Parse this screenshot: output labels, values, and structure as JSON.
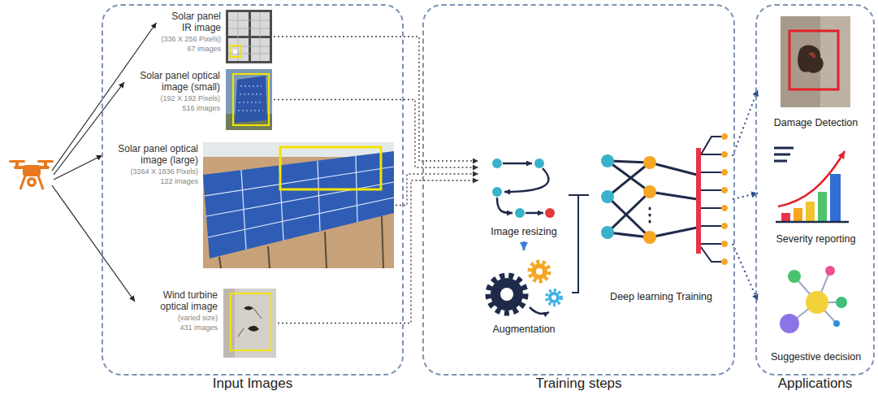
{
  "diagram": {
    "nodes": [
      {
        "text": [
          "Input Images"
        ]
      },
      {
        "text": [
          "Solar panel IR image",
          "(336 X 256 Pixels)",
          "67 images"
        ],
        "in": 0
      },
      {
        "text": [
          "Solar panel optical image (small)",
          "(192 X 192 Pixels)",
          "516 images"
        ],
        "in": 0
      },
      {
        "text": [
          "Solar panel optical image (large)",
          "(3264 X 1836 Pixels)",
          "122 images"
        ],
        "in": 0
      },
      {
        "text": [
          "Wind turbine optical image",
          "(varied size)",
          "431 images"
        ],
        "in": 0
      },
      {
        "text": [
          "Training steps"
        ]
      },
      {
        "text": [
          "Image resizing"
        ],
        "in": 5
      },
      {
        "text": [
          "Augmentation"
        ],
        "in": 5
      },
      {
        "text": [
          "Deep learning Training"
        ],
        "in": 5
      },
      {
        "text": [
          "Applications"
        ]
      },
      {
        "text": [
          "Damage Detection"
        ],
        "in": 9
      },
      {
        "text": [
          "Severity reporting"
        ],
        "in": 9
      },
      {
        "text": [
          "Suggestive decision"
        ],
        "in": 9
      }
    ],
    "edges": [
      {
        "from": 1,
        "to": 6,
        "arrow": "to"
      },
      {
        "from": 2,
        "to": 6,
        "arrow": "to"
      },
      {
        "from": 3,
        "to": 6,
        "arrow": "to"
      },
      {
        "from": 4,
        "to": 6,
        "arrow": "to"
      },
      {
        "from": 6,
        "to": 7,
        "arrow": "to"
      },
      {
        "from": 6,
        "to": 8,
        "arrow": "none"
      },
      {
        "from": 7,
        "to": 8,
        "arrow": "none"
      },
      {
        "from": 8,
        "to": 10,
        "arrow": "to"
      },
      {
        "from": 8,
        "to": 11,
        "arrow": "to"
      },
      {
        "from": 8,
        "to": 12,
        "arrow": "to"
      }
    ]
  }
}
